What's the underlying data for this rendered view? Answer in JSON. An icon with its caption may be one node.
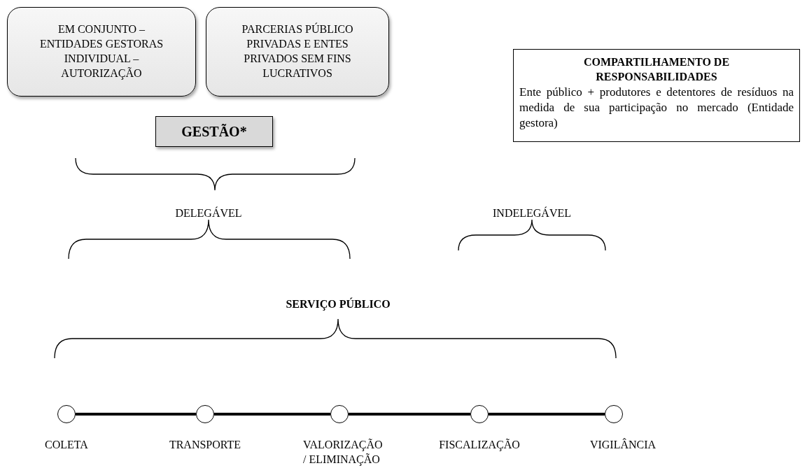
{
  "diagram": {
    "nodes": [
      {
        "text": [
          "EM CONJUNTO – ENTIDADES GESTORAS INDIVIDUAL – AUTORIZAÇÃO"
        ]
      },
      {
        "text": [
          "PARCERIAS PÚBLICO PRIVADAS E ENTES PRIVADOS SEM FINS LUCRATIVOS"
        ]
      },
      {
        "text": [
          "COMPARTILHAMENTO DE RESPONSABILIDADES",
          "Ente público + produtores e detentores de resíduos na medida de sua participação no mercado (Entidade gestora)"
        ]
      },
      {
        "text": [
          "GESTÃO*"
        ]
      },
      {
        "text": [],
        "shape": "circle",
        "beside": [
          "COLETA"
        ]
      },
      {
        "text": [],
        "shape": "circle",
        "beside": [
          "TRANSPORTE"
        ]
      },
      {
        "text": [],
        "shape": "circle",
        "beside": [
          "VALORIZAÇÃO / ELIMINAÇÃO"
        ]
      },
      {
        "text": [],
        "shape": "circle",
        "beside": [
          "FISCALIZAÇÃO"
        ]
      },
      {
        "text": [],
        "shape": "circle",
        "beside": [
          "VIGILÂNCIA"
        ]
      }
    ],
    "edges": [
      {
        "from": 4,
        "to": 5,
        "arrow": "none"
      },
      {
        "from": 5,
        "to": 6,
        "arrow": "none"
      },
      {
        "from": 6,
        "to": 7,
        "arrow": "none"
      },
      {
        "from": 7,
        "to": 8,
        "arrow": "none"
      }
    ],
    "labels": [
      "DELEGÁVEL",
      "INDELEGÁVEL",
      "SERVIÇO PÚBLICO"
    ]
  }
}
